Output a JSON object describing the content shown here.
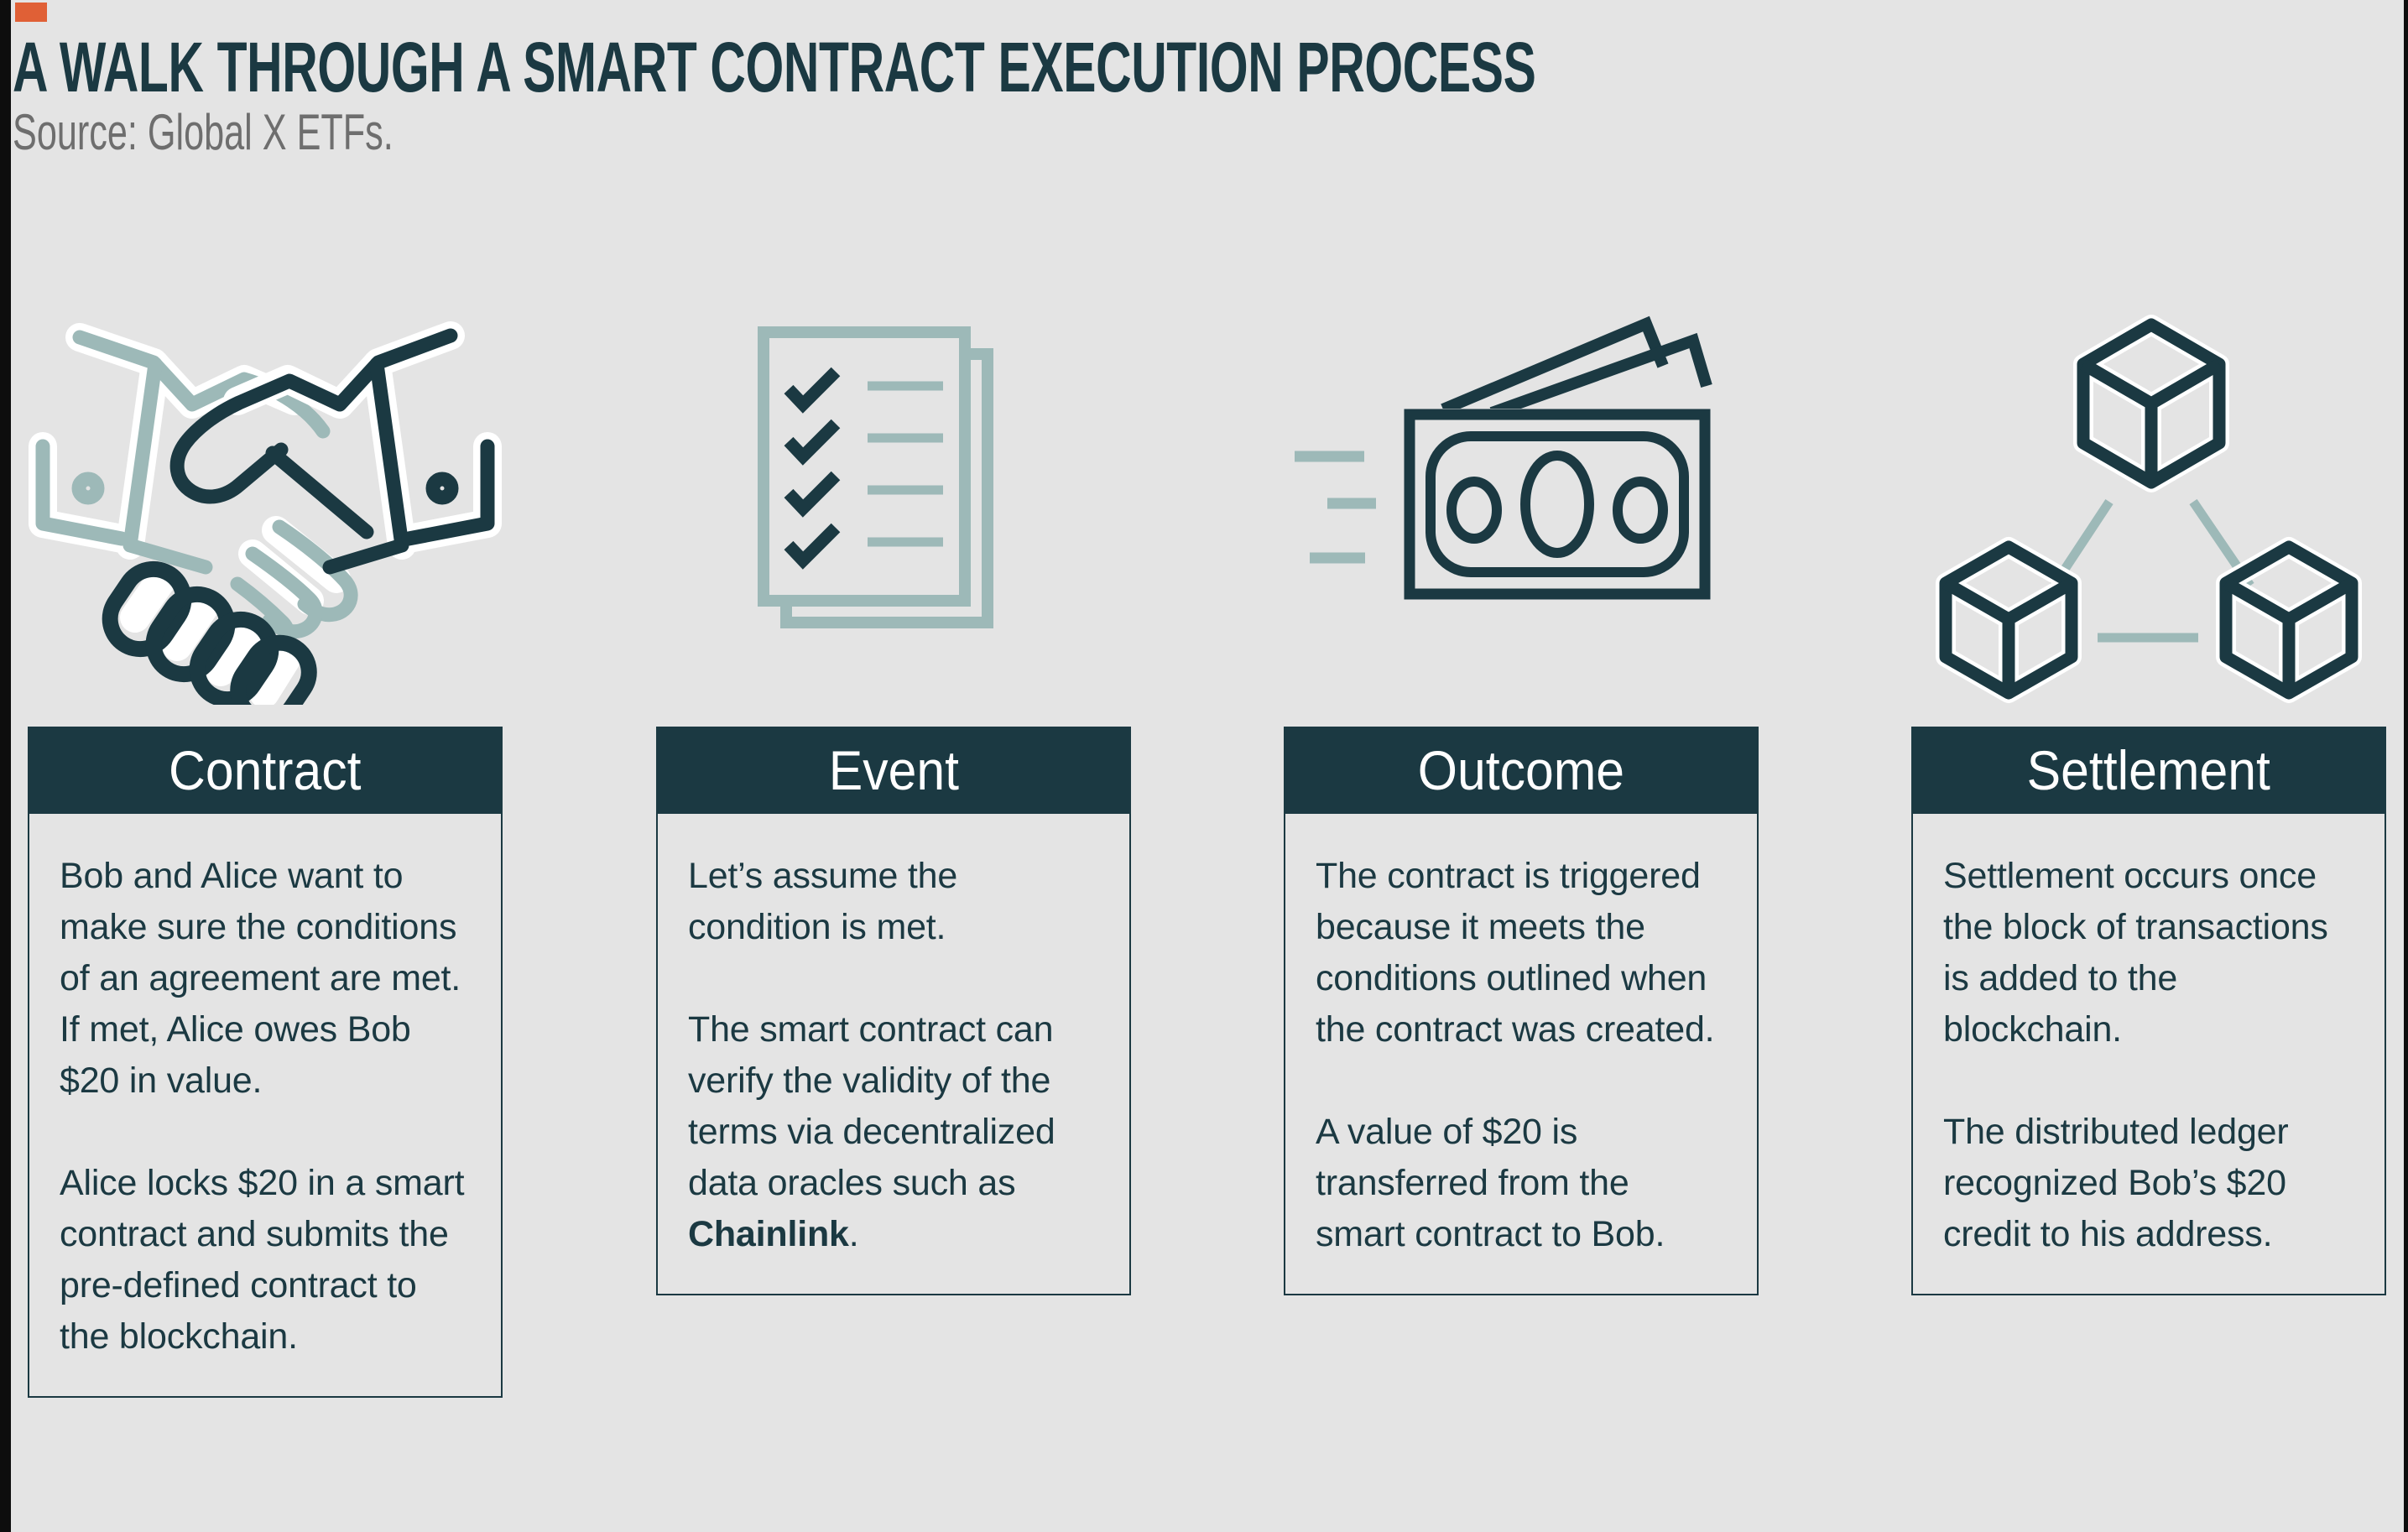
{
  "header": {
    "title": "A WALK THROUGH A SMART CONTRACT EXECUTION PROCESS",
    "source": "Source: Global X ETFs.",
    "accent_color": "#e06036"
  },
  "theme": {
    "background": "#e4e4e4",
    "dark_teal": "#1b3942",
    "sage_green": "#9db9b8",
    "white": "#ffffff",
    "frame_black": "#0d0d0d"
  },
  "steps": [
    {
      "icon": "handshake-icon",
      "label": "Contract",
      "paragraphs": [
        "Bob and Alice want to make sure the conditions of an agreement are met. If met, Alice owes Bob $20 in value.",
        "Alice locks $20 in a smart contract and submits the pre-defined contract to the blockchain."
      ]
    },
    {
      "icon": "checklist-document-icon",
      "label": "Event",
      "paragraphs": [
        "Let’s assume the condition is met.",
        "The smart contract can verify the validity of the terms via decentralized data oracles such as Chainlink."
      ],
      "bold_terms": [
        "Chainlink"
      ]
    },
    {
      "icon": "banknote-icon",
      "label": "Outcome",
      "paragraphs": [
        "The contract is triggered because it meets the conditions outlined when the contract was created.",
        "A value of $20 is transferred from the smart contract to Bob."
      ]
    },
    {
      "icon": "blockchain-cubes-icon",
      "label": "Settlement",
      "paragraphs": [
        "Settlement occurs once the block of transactions is added to the blockchain.",
        "The distributed ledger recognized Bob’s $20 credit to his address."
      ]
    }
  ]
}
